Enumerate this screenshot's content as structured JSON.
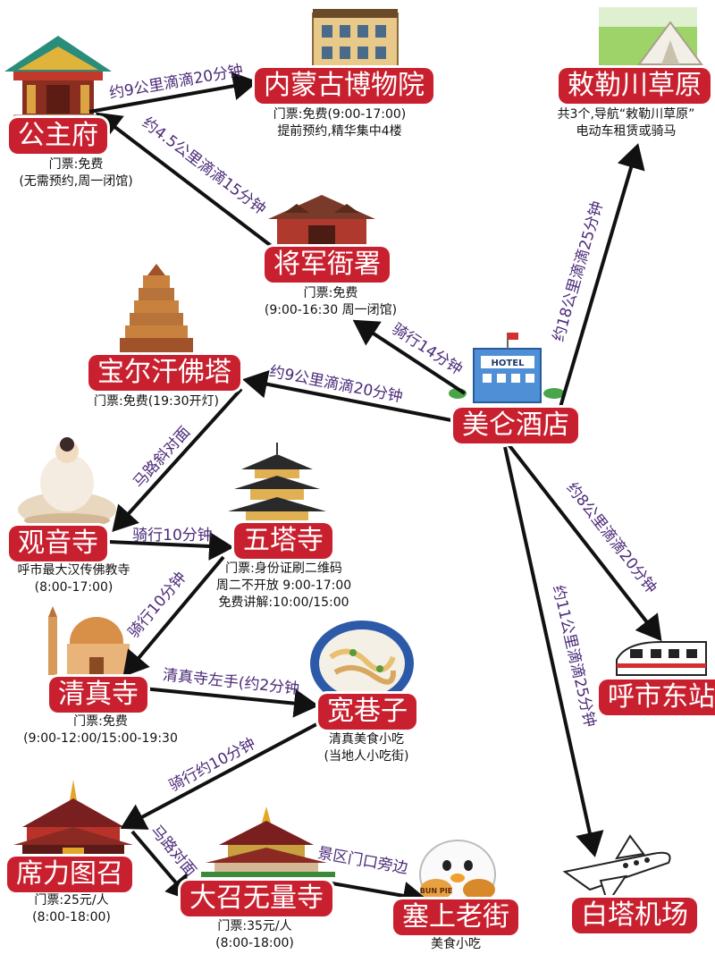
{
  "places": {
    "gongzhufu": {
      "name": "公主府",
      "info": [
        "门票:免费",
        "(无需预约,周一闭馆)"
      ]
    },
    "museum": {
      "name": "内蒙古博物院",
      "info": [
        "门票:免费(9:00-17:00)",
        "提前预约,精华集中4楼"
      ]
    },
    "jiangjun": {
      "name": "将军衙署",
      "info": [
        "门票:免费",
        "(9:00-16:30 周一闭馆)"
      ]
    },
    "grassland": {
      "name": "敕勒川草原",
      "info": [
        "共3个,导航“敕勒川草原”",
        "电动车租赁或骑马"
      ]
    },
    "baoerhan": {
      "name": "宝尔汗佛塔",
      "info": [
        "门票:免费(19:30开灯)"
      ]
    },
    "hotel": {
      "name": "美仑酒店",
      "sign": "HOTEL"
    },
    "guanyin": {
      "name": "观音寺",
      "info": [
        "呼市最大汉传佛教寺",
        "(8:00-17:00)"
      ]
    },
    "wuta": {
      "name": "五塔寺",
      "info": [
        "门票:身份证刷二维码",
        "周二不开放 9:00-17:00",
        "免费讲解:10:00/15:00"
      ]
    },
    "qingzhen": {
      "name": "清真寺",
      "info": [
        "门票:免费",
        "(9:00-12:00/15:00-19:30"
      ]
    },
    "kuanxiang": {
      "name": "宽巷子",
      "info": [
        "清真美食小吃",
        "(当地人小吃街)"
      ]
    },
    "dongzhan": {
      "name": "呼市东站"
    },
    "xili": {
      "name": "席力图召",
      "info": [
        "门票:25元/人",
        "(8:00-18:00)"
      ]
    },
    "dazhao": {
      "name": "大召无量寺",
      "info": [
        "门票:35元/人",
        "(8:00-18:00)"
      ]
    },
    "saishang": {
      "name": "塞上老街",
      "info": [
        "美食小吃"
      ]
    },
    "airport": {
      "name": "白塔机场"
    },
    "food_sign": "BUN PIE"
  },
  "routes": {
    "gzf_museum": "约9公里滴滴20分钟",
    "jj_gzf": "约4.5公里滴滴15分钟",
    "hotel_jj": "骑行14分钟",
    "hotel_grass": "约18公里滴滴25分钟",
    "hotel_bao": "约9公里滴滴20分钟",
    "bao_guanyin": "马路斜对面",
    "guanyin_wuta": "骑行10分钟",
    "wuta_qz": "骑行10分钟",
    "qz_kx": "清真寺左手(约2分钟",
    "kx_xili": "骑行约10分钟",
    "xili_dazhao": "马路对面",
    "dazhao_saishang": "景区门口旁边",
    "hotel_east": "约8公里滴滴20分钟",
    "hotel_airport": "约11公里滴滴25分钟"
  },
  "colors": {
    "label_bg": "#c8202f",
    "label_text": "#ffffff",
    "route_text": "#4b2a78",
    "arrow": "#111111"
  }
}
